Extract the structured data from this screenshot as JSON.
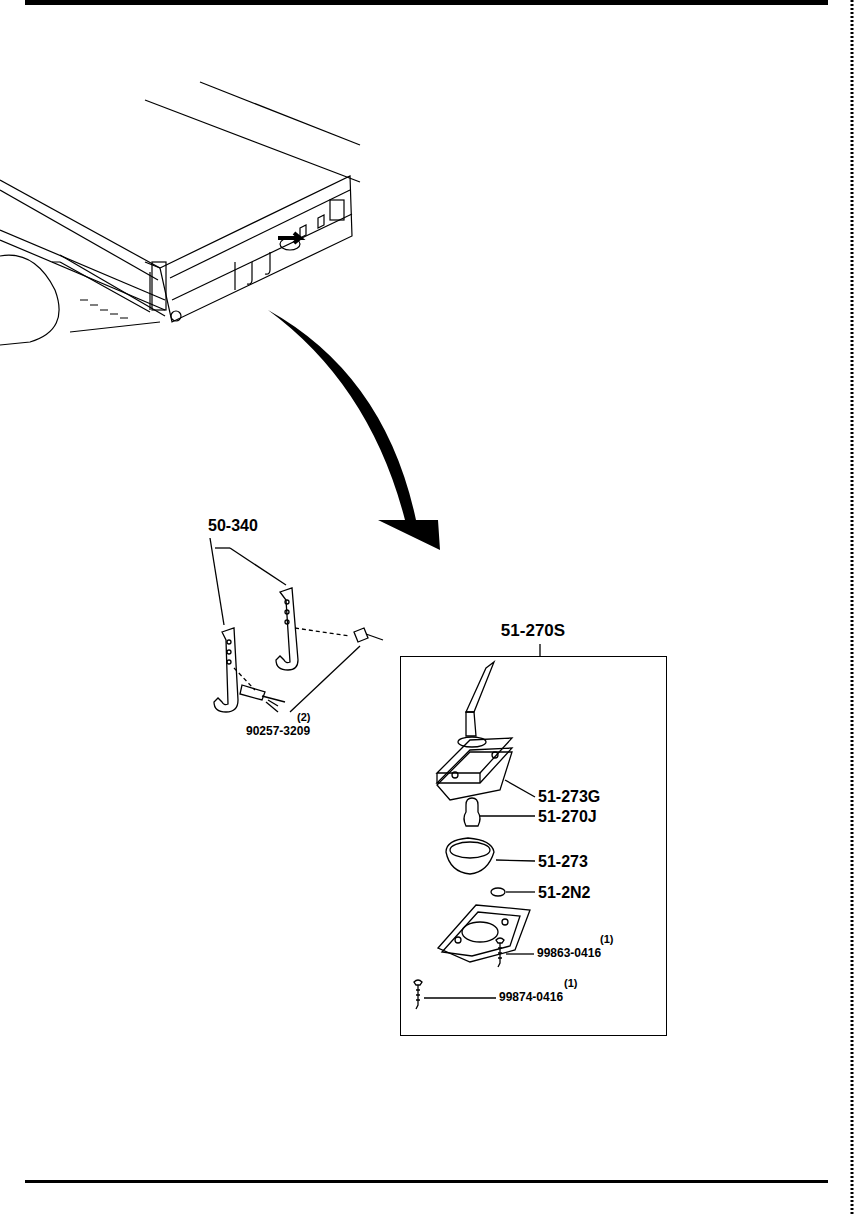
{
  "diagram": {
    "nodes": [
      {
        "text": [
          "51-270S"
        ]
      }
    ],
    "edges": [],
    "labels": [
      "50-340",
      "(2)",
      "90257-3209",
      "51-273G",
      "51-270J",
      "51-273",
      "51-2N2",
      "(1)",
      "99863-0416",
      "(1)",
      "99874-0416"
    ]
  }
}
